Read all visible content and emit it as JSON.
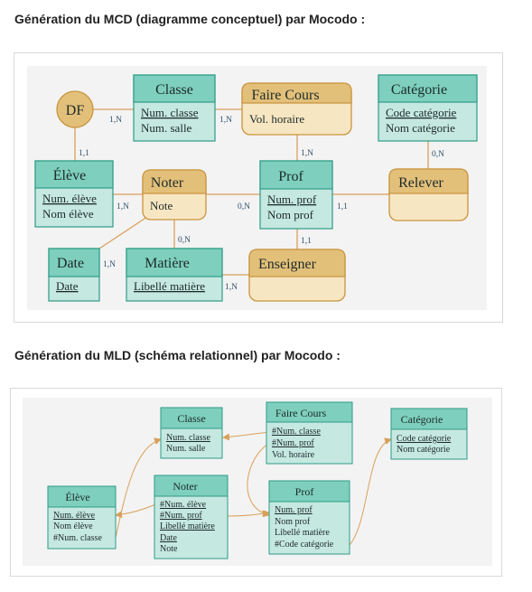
{
  "headings": {
    "mcd": "Génération du MCD (diagramme conceptuel) par Mocodo :",
    "mld": "Génération du MLD (schéma relationnel) par Mocodo :"
  },
  "colors": {
    "entity_fill": "#c5e8e1",
    "entity_header": "#7ecfbe",
    "entity_border": "#2e9b87",
    "assoc_fill": "#f7e6c2",
    "assoc_header": "#e3c07a",
    "assoc_border": "#c99540",
    "arrow": "#d9a05a"
  },
  "mcd": {
    "df": "DF",
    "entities": {
      "classe": {
        "name": "Classe",
        "attrs": [
          "Num. classe",
          "Num. salle"
        ]
      },
      "categorie": {
        "name": "Catégorie",
        "attrs": [
          "Code catégorie",
          "Nom catégorie"
        ]
      },
      "eleve": {
        "name": "Élève",
        "attrs": [
          "Num. élève",
          "Nom élève"
        ]
      },
      "prof": {
        "name": "Prof",
        "attrs": [
          "Num. prof",
          "Nom prof"
        ]
      },
      "date": {
        "name": "Date",
        "attrs": [
          "Date"
        ]
      },
      "matiere": {
        "name": "Matière",
        "attrs": [
          "Libellé matière"
        ]
      }
    },
    "associations": {
      "faire_cours": {
        "name": "Faire Cours",
        "attrs": [
          "Vol. horaire"
        ]
      },
      "noter": {
        "name": "Noter",
        "attrs": [
          "Note"
        ]
      },
      "relever": {
        "name": "Relever",
        "attrs": []
      },
      "enseigner": {
        "name": "Enseigner",
        "attrs": []
      }
    },
    "cardinalities": {
      "df_classe": "1,N",
      "classe_faire": "1,N",
      "df_eleve": "1,1",
      "faire_prof": "1,N",
      "cat_relever": "0,N",
      "eleve_noter": "1,N",
      "noter_prof": "0,N",
      "prof_relever": "1,1",
      "noter_matiere": "0,N",
      "prof_enseigner": "1,1",
      "date_noter": "1,N",
      "matiere_enseigner": "1,N"
    }
  },
  "mld": {
    "classe": {
      "name": "Classe",
      "attrs": [
        "Num. classe",
        "Num. salle"
      ]
    },
    "faire_cours": {
      "name": "Faire Cours",
      "attrs": [
        "#Num. classe",
        "#Num. prof",
        "Vol. horaire"
      ]
    },
    "categorie": {
      "name": "Catégorie",
      "attrs": [
        "Code catégorie",
        "Nom catégorie"
      ]
    },
    "eleve": {
      "name": "Élève",
      "attrs": [
        "Num. élève",
        "Nom élève",
        "#Num. classe"
      ]
    },
    "noter": {
      "name": "Noter",
      "attrs": [
        "#Num. élève",
        "#Num. prof",
        "Libellé matière",
        "Date",
        "Note"
      ]
    },
    "prof": {
      "name": "Prof",
      "attrs": [
        "Num. prof",
        "Nom prof",
        "Libellé matière",
        "#Code catégorie"
      ]
    }
  }
}
